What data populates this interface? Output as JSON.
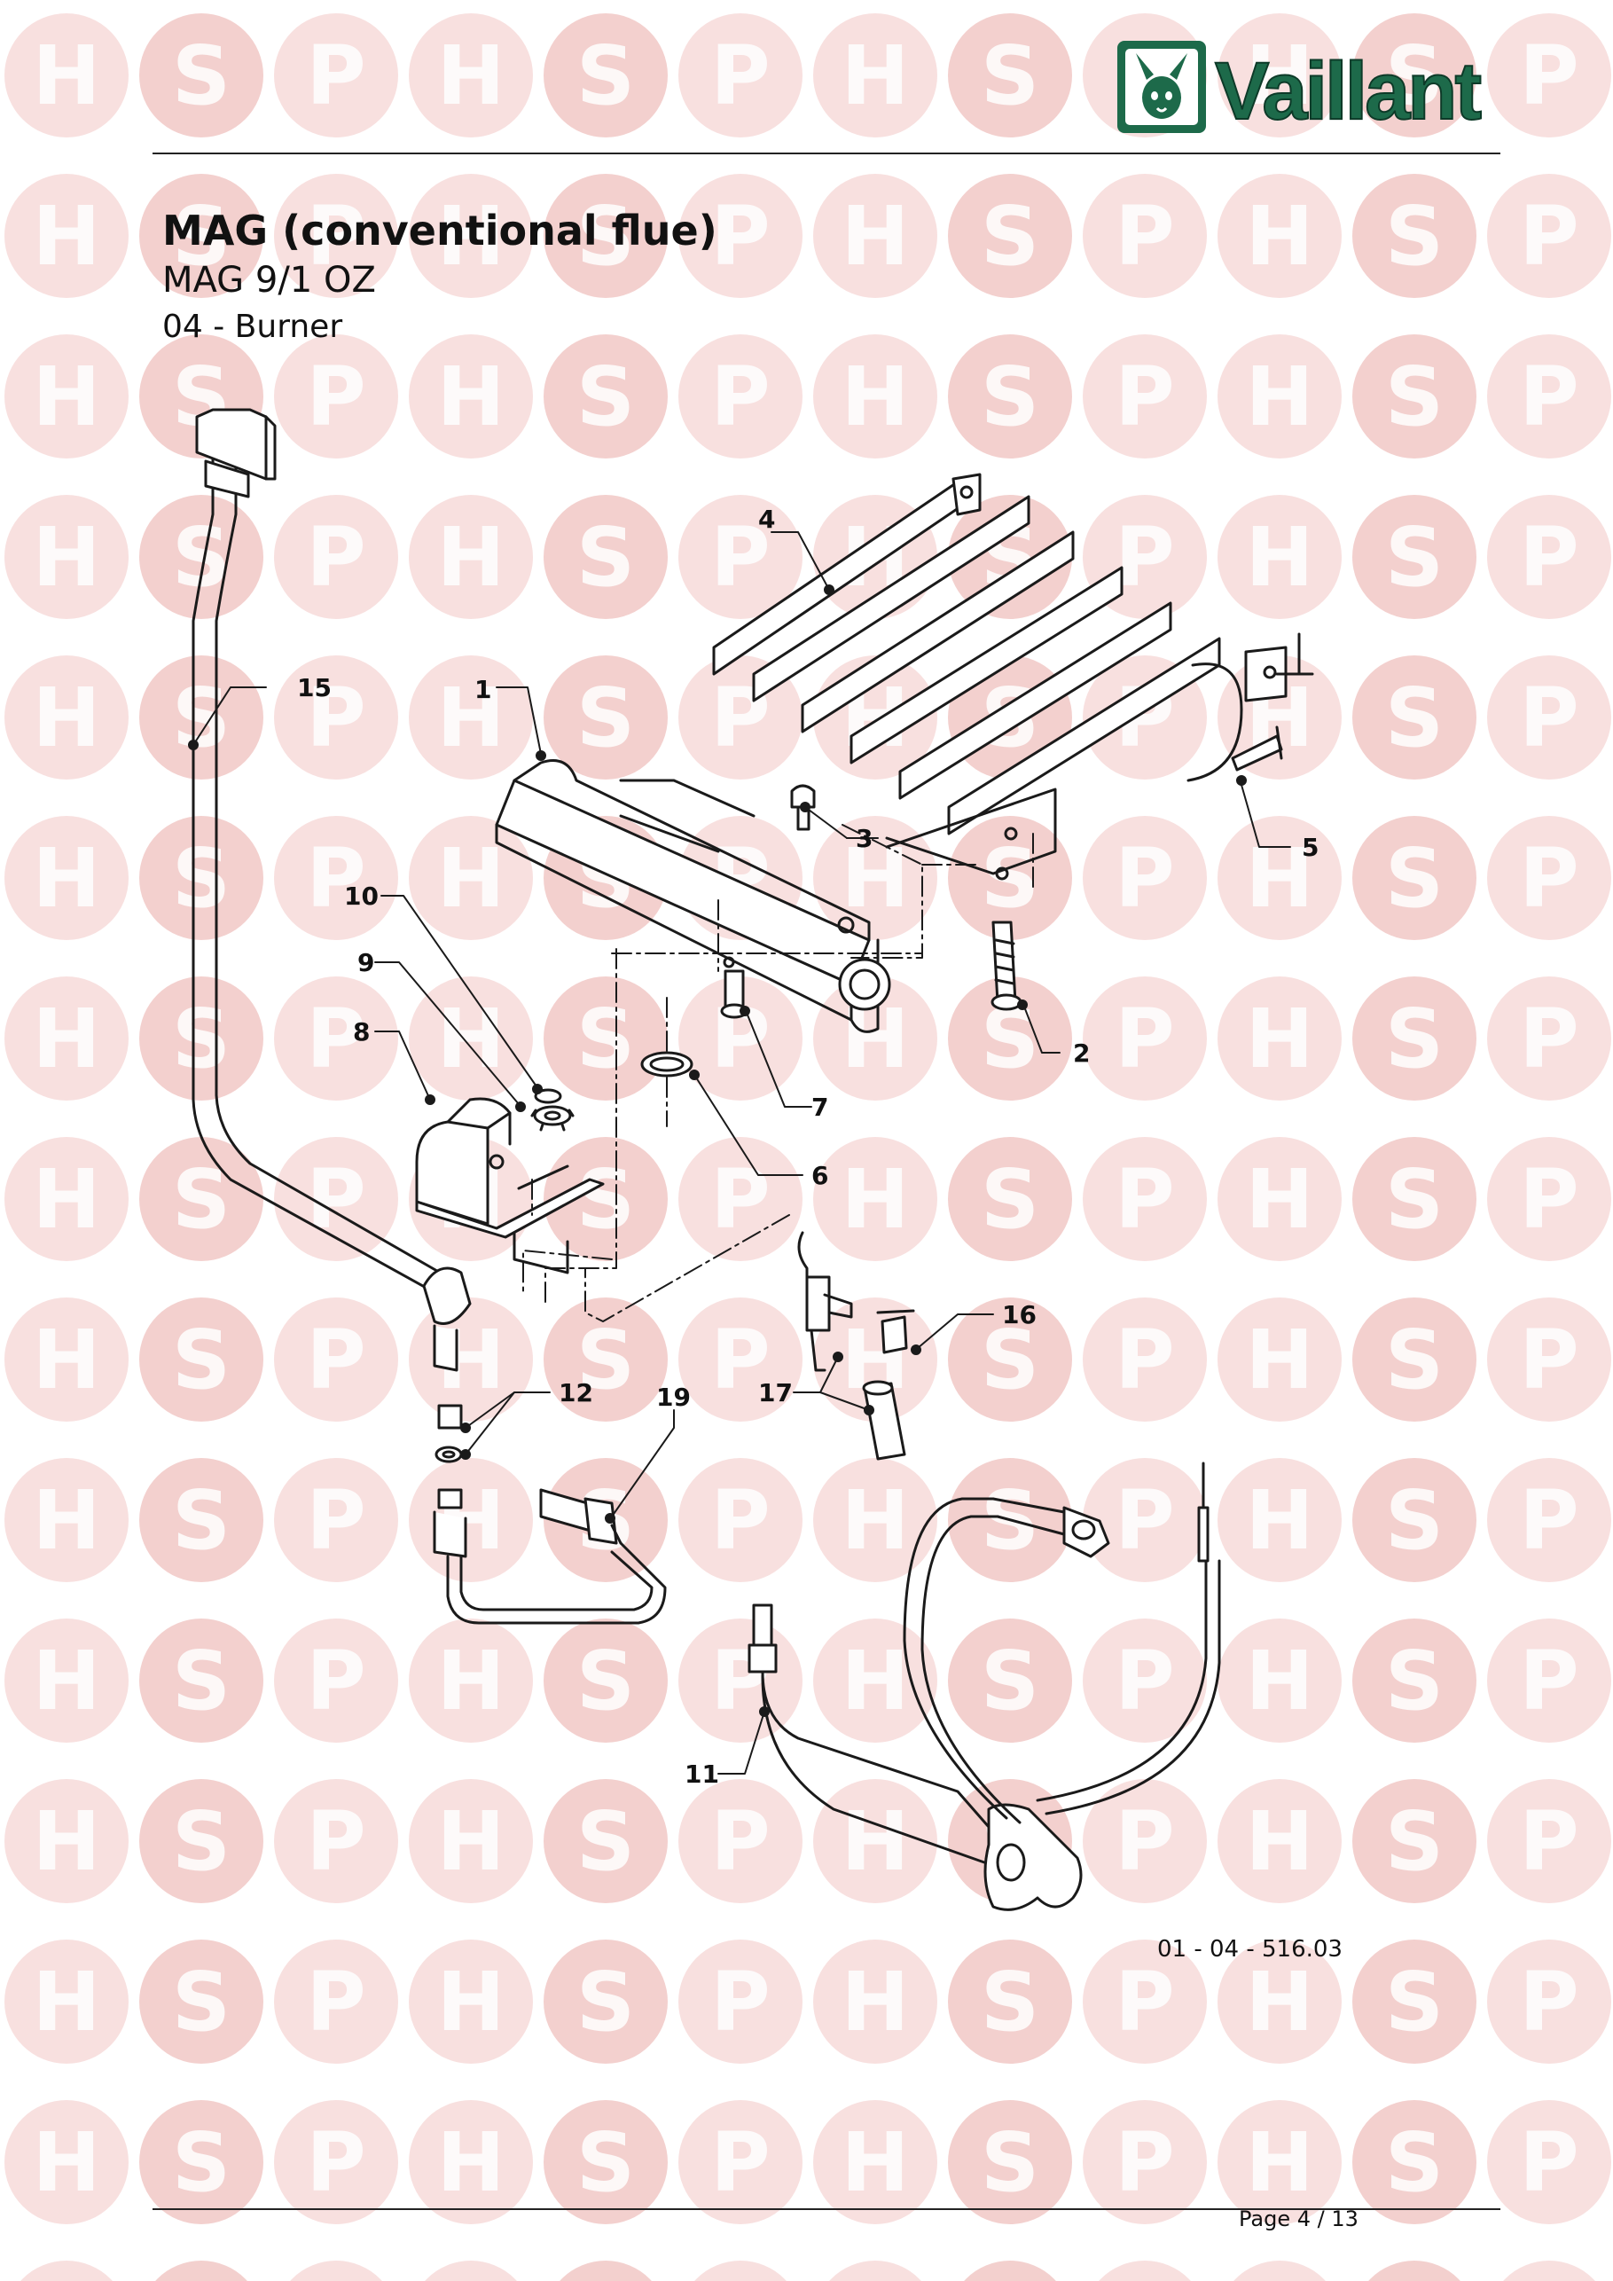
{
  "header": {
    "brand": "Vaillant",
    "title": "MAG (conventional flue)",
    "model": "MAG 9/1 OZ",
    "section": "04 - Burner"
  },
  "watermark": {
    "letters": [
      "H",
      "S",
      "P"
    ],
    "color": "#f2c7c4",
    "accent": "#e9a9a5"
  },
  "diagram": {
    "callouts": [
      "1",
      "2",
      "3",
      "4",
      "5",
      "6",
      "7",
      "8",
      "9",
      "10",
      "11",
      "12",
      "15",
      "16",
      "17",
      "19"
    ]
  },
  "footer": {
    "drawing_ref": "01 - 04 - 516.03",
    "page_label": "Page 4 / 13"
  },
  "colors": {
    "logo_green": "#1d6a4a",
    "line": "#1a1a1a"
  }
}
